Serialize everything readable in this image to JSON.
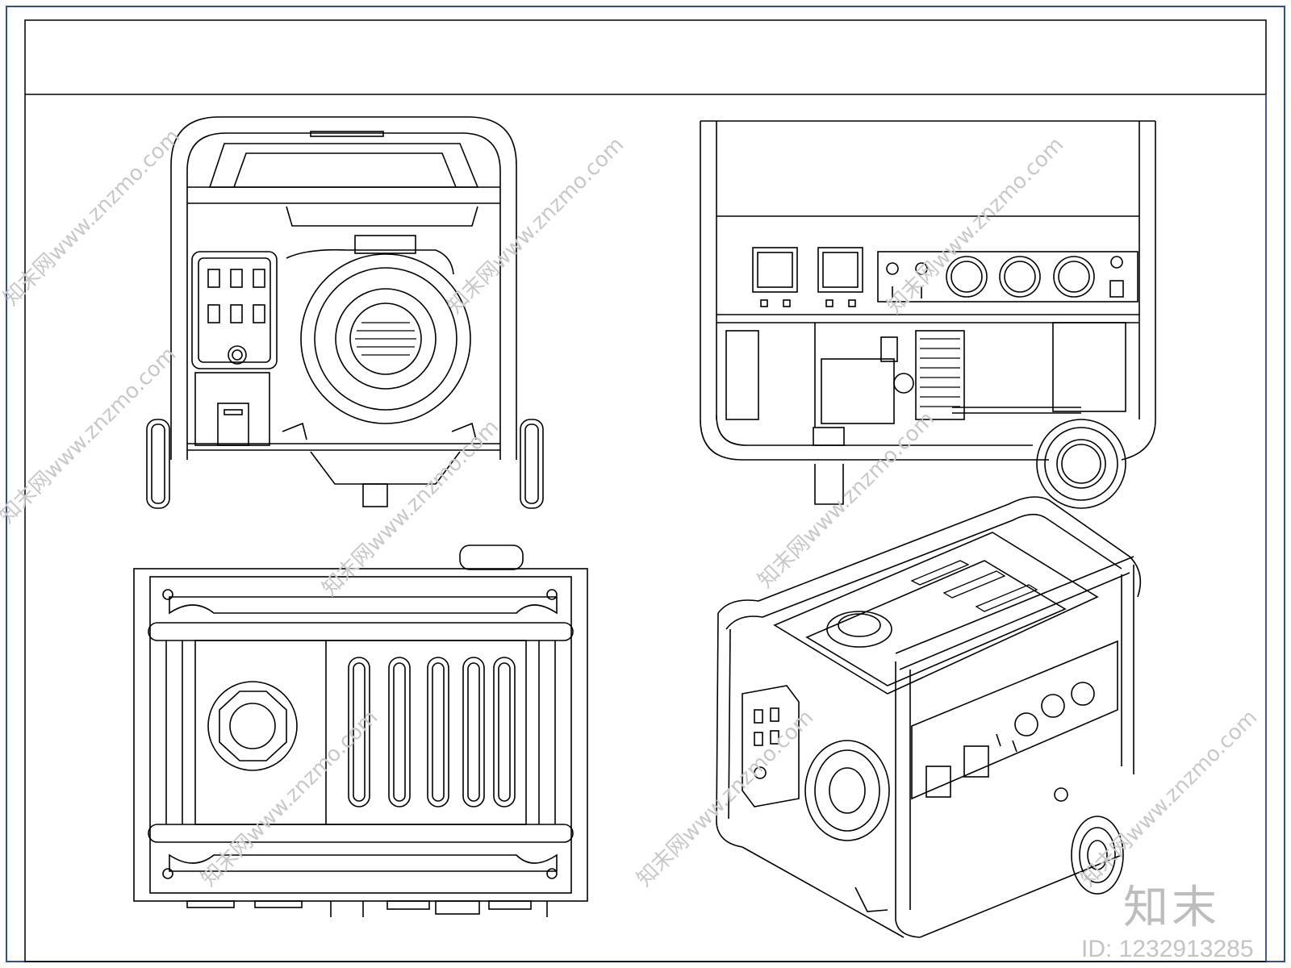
{
  "watermark": {
    "site": "知末网www.znzmo.com",
    "logo": "知末",
    "id_label": "ID: 1232913285"
  },
  "colors": {
    "line": "#000000",
    "frame": "#2e4fa8",
    "watermark": "#bdbdbd"
  }
}
